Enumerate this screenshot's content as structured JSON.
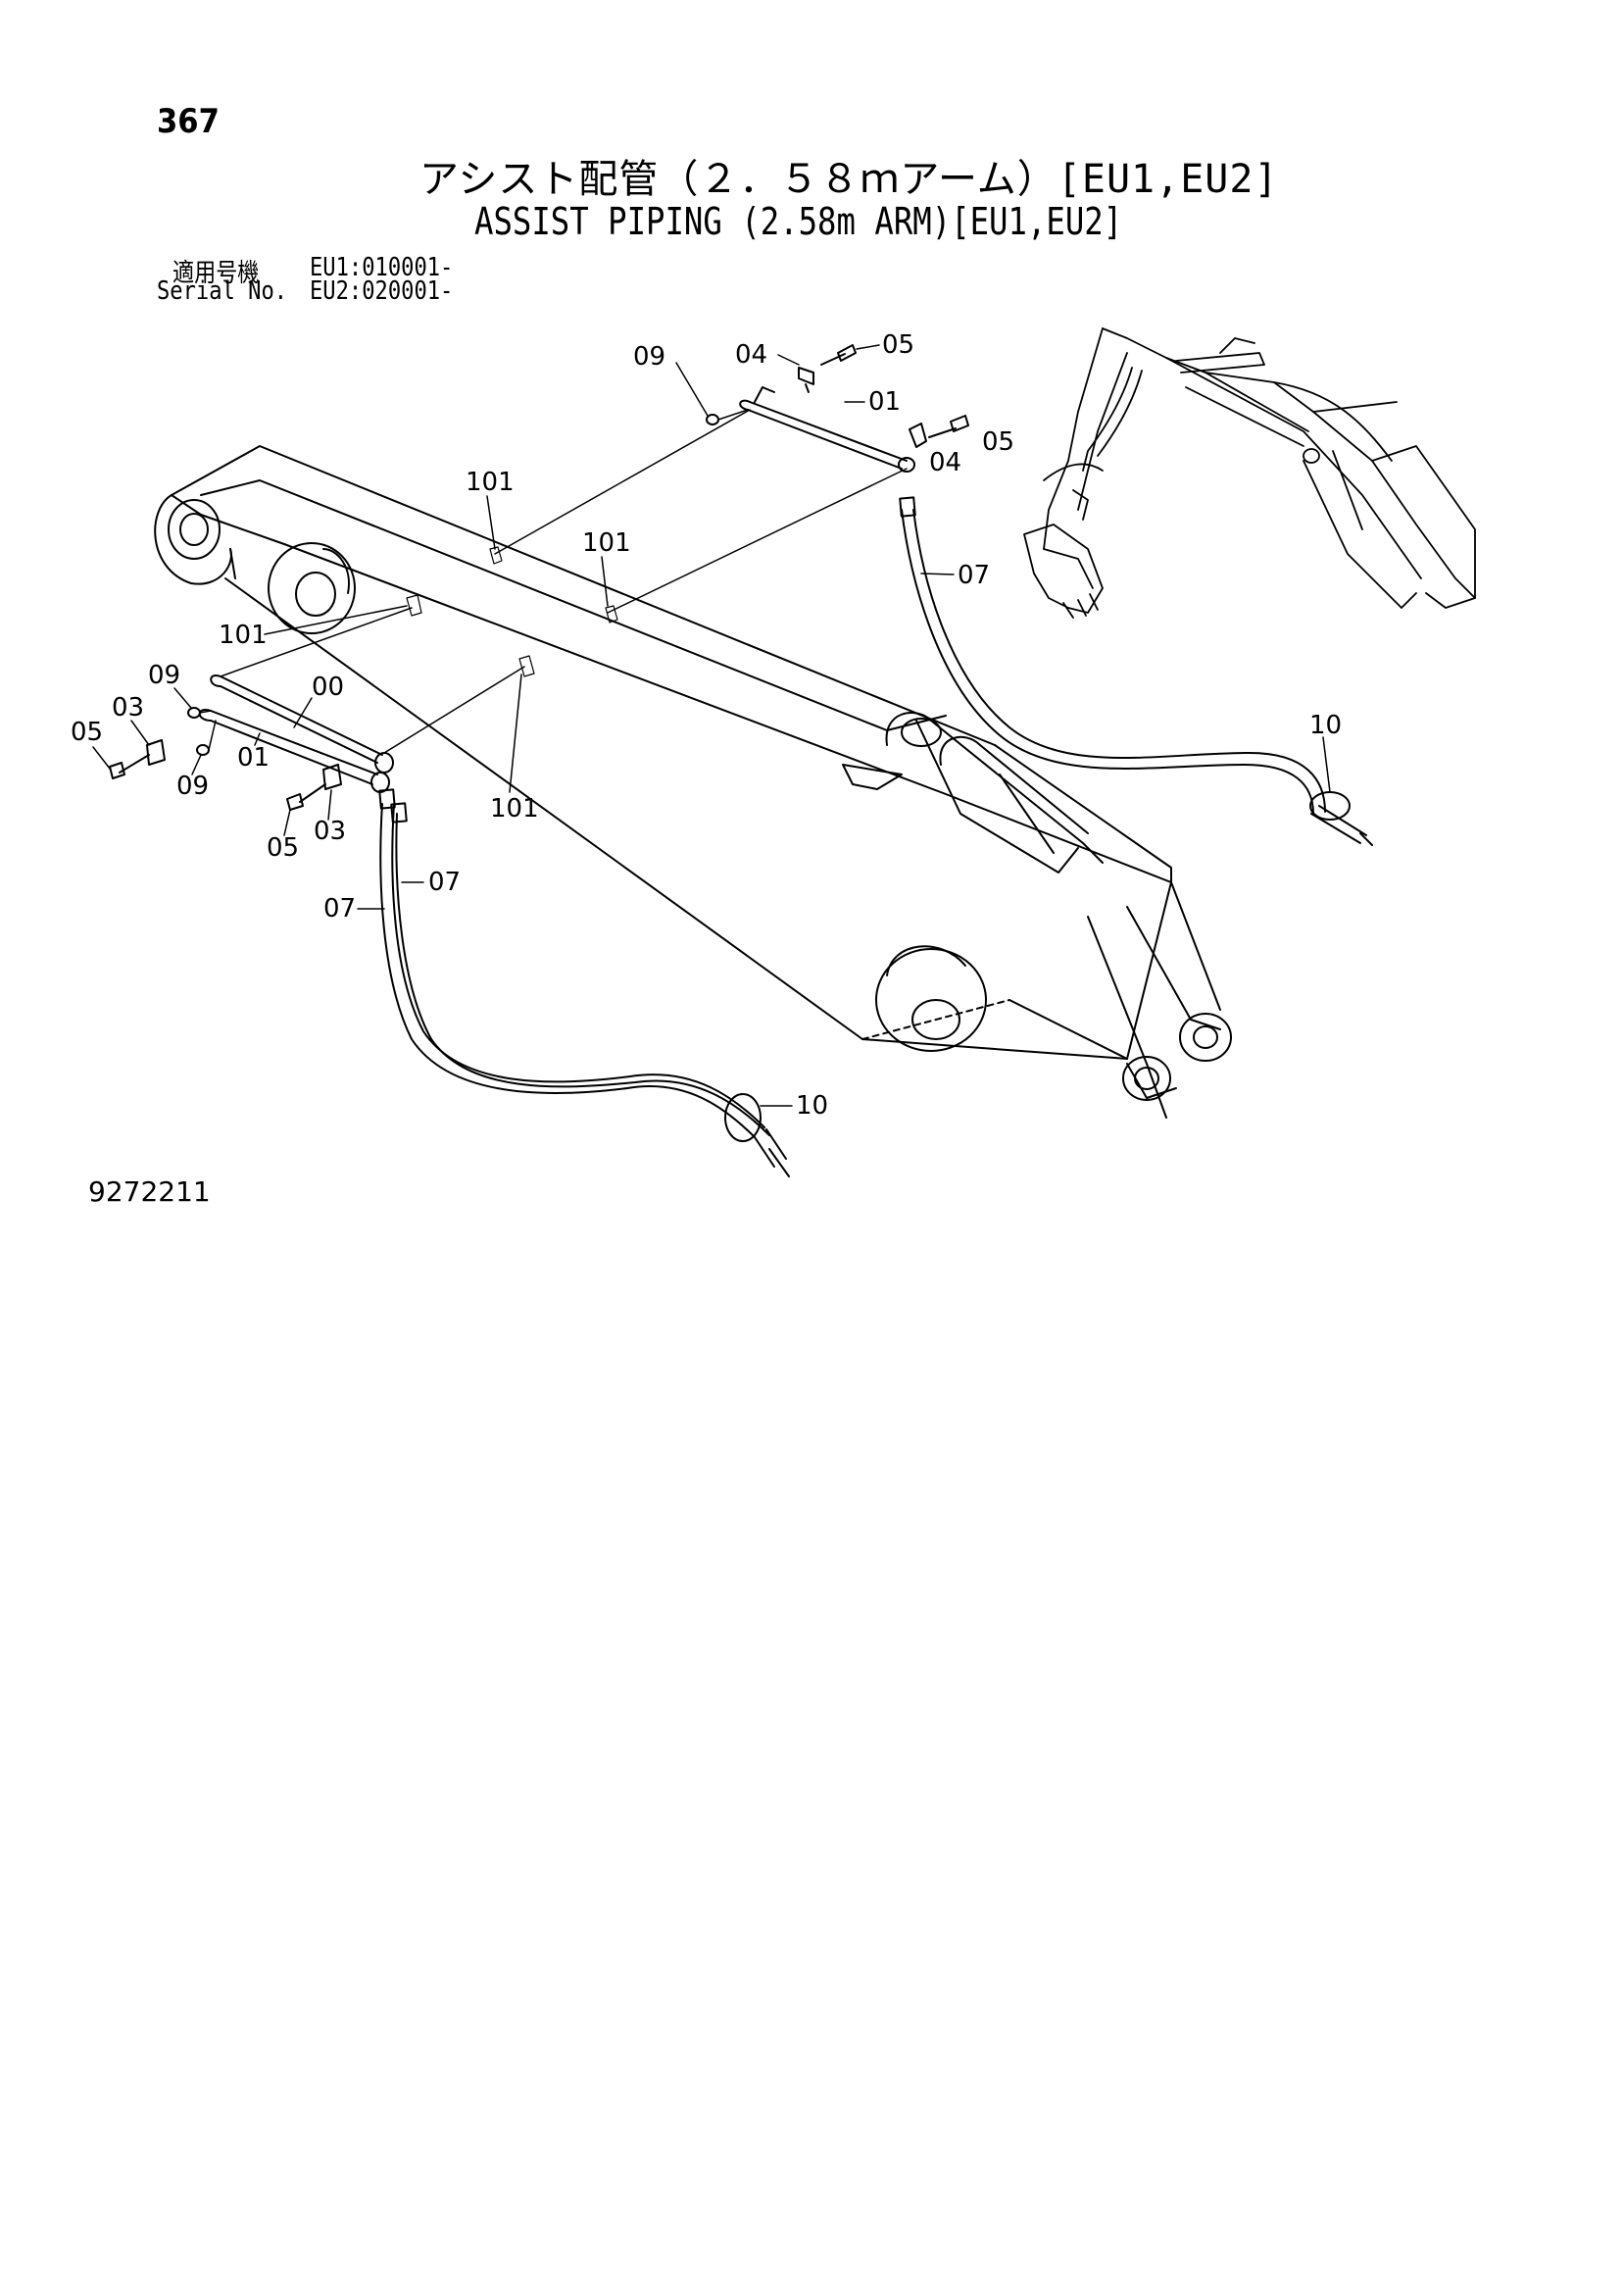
{
  "page_number": "367",
  "title_jp": "アシスト配管（２．５８ｍアーム）[EU1,EU2]",
  "title_en": "ASSIST PIPING (2.58m ARM)[EU1,EU2]",
  "serial": {
    "label_jp": "適用号機",
    "label_en": "Serial No.",
    "eu1": "EU1:010001-",
    "eu2": "EU2:020001-"
  },
  "part_callouts": {
    "c00": "00",
    "c01_top": "01",
    "c01_left": "01",
    "c03_left": "03",
    "c03_bottom": "03",
    "c04_top": "04",
    "c04_right": "04",
    "c05_top": "05",
    "c05_right": "05",
    "c05_left": "05",
    "c05_bottom": "05",
    "c07_right": "07",
    "c07_left_a": "07",
    "c07_left_b": "07",
    "c09_top": "09",
    "c09_left": "09",
    "c09_lower": "09",
    "c10_right": "10",
    "c10_bottom": "10",
    "c101_a": "101",
    "c101_b": "101",
    "c101_c": "101",
    "c101_d": "101"
  },
  "drawing_number": "9272211"
}
